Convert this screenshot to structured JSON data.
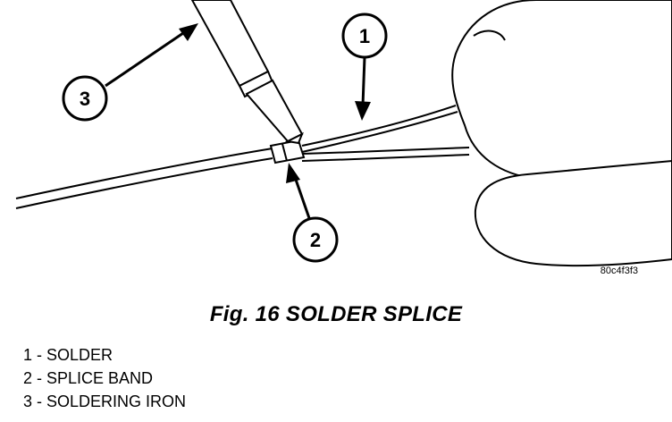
{
  "figure": {
    "code": "80c4f3f3",
    "caption": "Fig. 16 SOLDER SPLICE"
  },
  "callouts": [
    {
      "number": "1",
      "target": "solder"
    },
    {
      "number": "2",
      "target": "splice-band"
    },
    {
      "number": "3",
      "target": "soldering-iron"
    }
  ],
  "legend": [
    {
      "label": "1 - SOLDER"
    },
    {
      "label": "2 - SPLICE BAND"
    },
    {
      "label": "3 - SOLDERING IRON"
    }
  ],
  "colors": {
    "line": "#000000",
    "background": "#ffffff"
  }
}
